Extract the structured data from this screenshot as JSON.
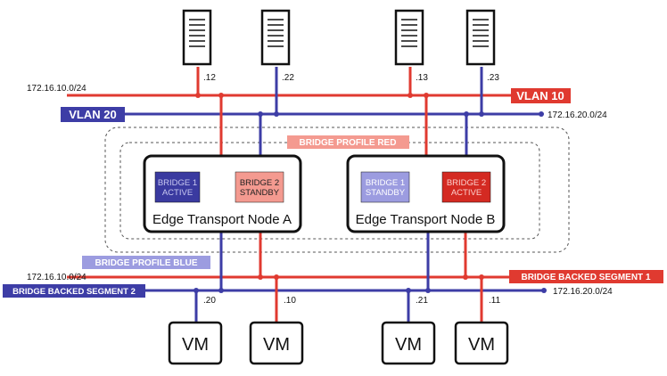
{
  "colors": {
    "red": "#e03a30",
    "blue": "#3d3da6",
    "red_light": "#f49a90",
    "blue_light": "#9c9ce0",
    "red_dark": "#d42a22",
    "blue_dark": "#3a3aa0"
  },
  "servers": {
    "s1_ip": ".12",
    "s2_ip": ".22",
    "s3_ip": ".13",
    "s4_ip": ".23"
  },
  "networks": {
    "vlan10_name": "VLAN 10",
    "vlan10_subnet": "172.16.10.0/24",
    "vlan20_name": "VLAN 20",
    "vlan20_subnet": "172.16.20.0/24",
    "seg1_name": "BRIDGE BACKED SEGMENT 1",
    "seg1_subnet": "172.16.10.0/24",
    "seg2_name": "BRIDGE BACKED SEGMENT 2",
    "seg2_subnet": "172.16.20.0/24"
  },
  "profiles": {
    "red": "BRIDGE PROFILE RED",
    "blue": "BRIDGE PROFILE BLUE"
  },
  "nodes": {
    "a": {
      "title": "Edge Transport Node A",
      "b1_l1": "BRIDGE 1",
      "b1_l2": "ACTIVE",
      "b2_l1": "BRIDGE 2",
      "b2_l2": "STANDBY"
    },
    "b": {
      "title": "Edge Transport Node B",
      "b1_l1": "BRIDGE 1",
      "b1_l2": "STANDBY",
      "b2_l1": "BRIDGE 2",
      "b2_l2": "ACTIVE"
    }
  },
  "vms": {
    "vm1": {
      "label": "VM",
      "ip": ".20"
    },
    "vm2": {
      "label": "VM",
      "ip": ".10"
    },
    "vm3": {
      "label": "VM",
      "ip": ".21"
    },
    "vm4": {
      "label": "VM",
      "ip": ".11"
    }
  }
}
